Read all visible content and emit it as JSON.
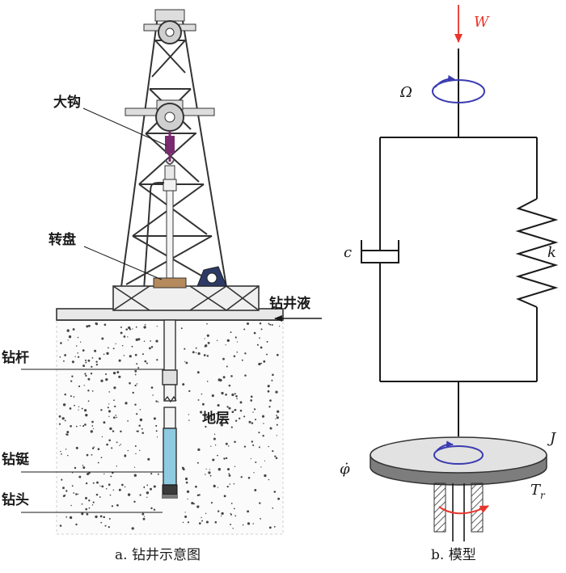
{
  "panel_a": {
    "labels": {
      "hook": "大钩",
      "turntable": "转盘",
      "drilling_fluid": "钻井液",
      "drill_pipe": "钻杆",
      "formation": "地层",
      "drill_collar": "钻铤",
      "drill_bit": "钻头"
    },
    "caption": "a. 钻井示意图"
  },
  "panel_b": {
    "symbols": {
      "weight": "W",
      "omega": "Ω",
      "damping": "c",
      "stiffness": "k",
      "inertia": "J",
      "phi_dot": "φ̇",
      "torque": "T",
      "torque_sub": "r"
    },
    "caption": "b. 模型"
  },
  "colors": {
    "accent_red": "#e8342b",
    "rotation_blue": "#3b3bb0",
    "collar_blue": "#8fcbe0",
    "turntable_brown": "#b58a5c",
    "hook_purple": "#7a2a6e",
    "drawworks_navy": "#2d3a66"
  }
}
